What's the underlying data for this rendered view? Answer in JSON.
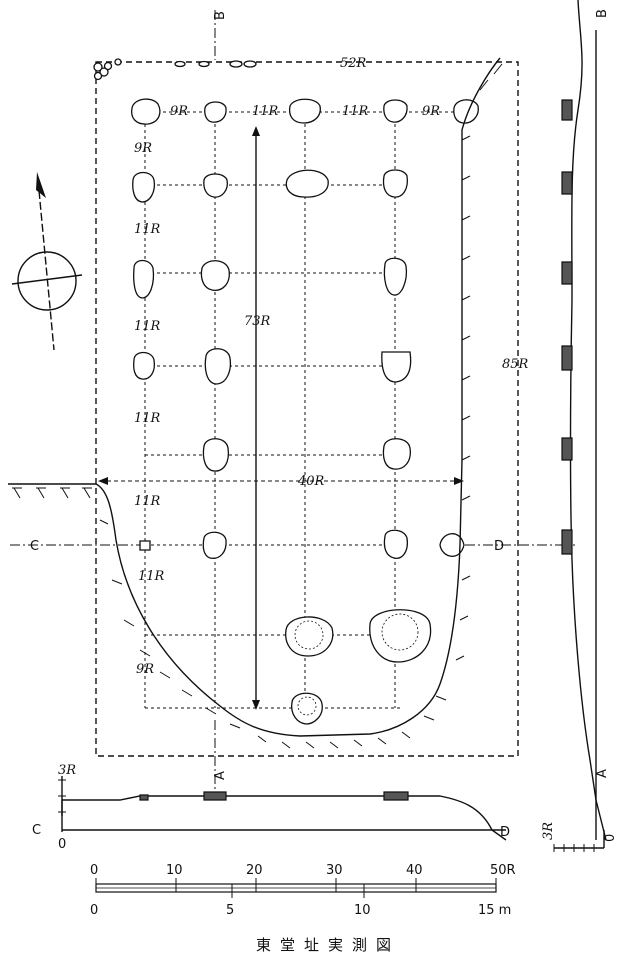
{
  "caption": "東堂址実測図",
  "dimensions": {
    "width_top": "52R",
    "bay_9_left": "9R",
    "bay_11_a": "11R",
    "bay_11_b": "11R",
    "bay_9_right": "9R",
    "depth_inner": "73R",
    "depth_outer": "85R",
    "width_inner": "40R",
    "col_9_top": "9R",
    "col_11_1": "11R",
    "col_11_2": "11R",
    "col_11_3": "11R",
    "col_11_4": "11R",
    "col_11_5": "11R",
    "col_9_bottom": "9R"
  },
  "section_markers": {
    "a_bottom": "A",
    "b_top": "B",
    "c_left": "C",
    "d_right": "D",
    "b_profile": "B",
    "a_profile": "A",
    "c_profile": "C",
    "d_profile": "D"
  },
  "profile_scale": {
    "top_label": "3R",
    "zero_label": "0",
    "side_top": "3R",
    "side_zero": "0"
  },
  "scale_bar": {
    "shaku_ticks": [
      "0",
      "10",
      "20",
      "30",
      "40",
      "50R"
    ],
    "meter_ticks": [
      "0",
      "5",
      "10",
      "15 m"
    ]
  },
  "colors": {
    "ink": "#111111",
    "paper": "#ffffff"
  }
}
